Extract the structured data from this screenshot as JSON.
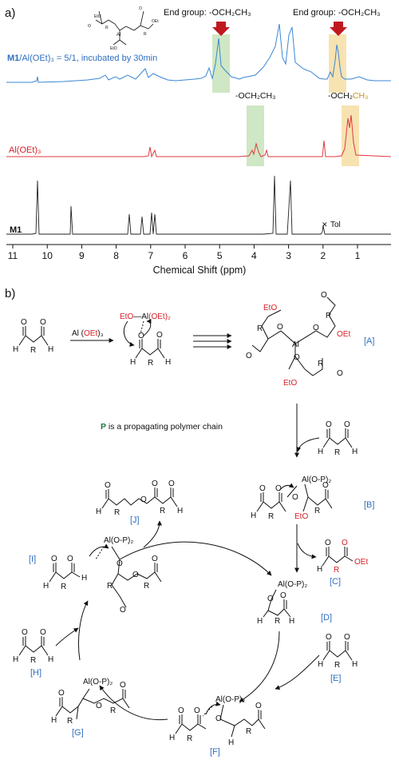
{
  "panel_a": {
    "label": "a)",
    "end_group_left": "End group: -OCH₂CH₃",
    "end_group_right": "End group: -OCH₂CH₃",
    "blue_trace_label_bold": "M1",
    "blue_trace_label_rest": "/Al(OEt)₃ = 5/1, incubated by 30min",
    "red_trace_label": "Al(OEt)₃",
    "red_assign_ch2": "-OCH₂CH₃",
    "red_assign_ch3_prefix": "-OCH₂",
    "red_assign_ch3_suffix": "CH₃",
    "black_trace_label": "M1",
    "tol_label": "Tol",
    "axis_title": "Chemical Shift (ppm)",
    "ticks": [
      "11",
      "10",
      "9",
      "8",
      "7",
      "6",
      "5",
      "4",
      "3",
      "2",
      "1"
    ],
    "colors": {
      "blue": "#3b86d6",
      "red": "#e0393e",
      "black": "#222222",
      "green_box": "#cfe7c4",
      "yellow_box": "#f7e2b1"
    }
  },
  "panel_b": {
    "label": "b)",
    "reagent": "Al (OEt)₃",
    "reagent_prefix": "Al (",
    "reagent_oet": "OEt",
    "reagent_suffix": ")₃",
    "complex_eto": "EtO",
    "complex_al": "Al",
    "complex_oet2": "(OEt)₂",
    "note_p": "P",
    "note_rest": " is a propagating polymer chain",
    "labels": {
      "A": "[A]",
      "B": "[B]",
      "C": "[C]",
      "D": "[D]",
      "E": "[E]",
      "F": "[F]",
      "G": "[G]",
      "H": "[H]",
      "I": "[I]",
      "J": "[J]"
    },
    "atoms": {
      "O": "O",
      "H": "H",
      "R": "R",
      "Al": "Al",
      "EtO": "EtO",
      "OEt": "OEt",
      "AlOP2": "Al(O-P)₂"
    }
  }
}
